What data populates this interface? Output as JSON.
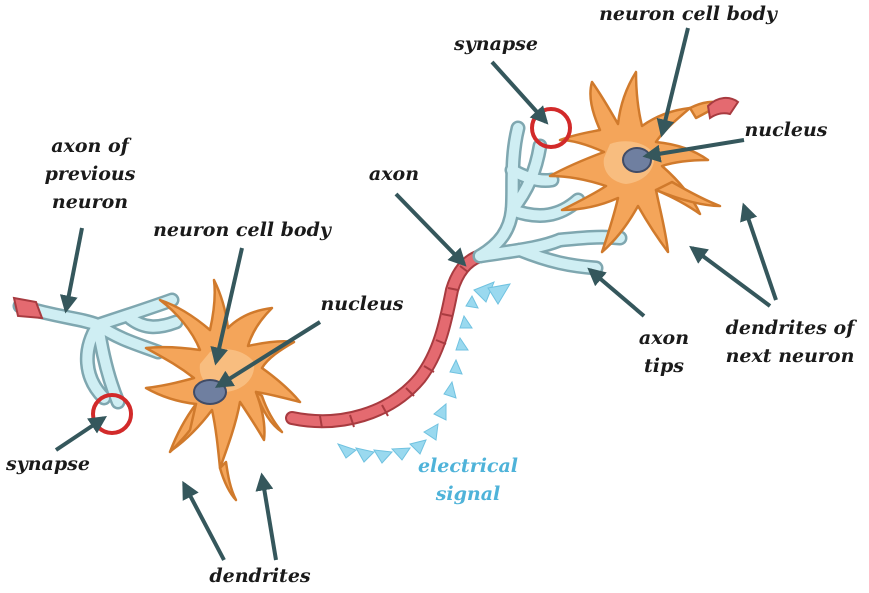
{
  "labels": {
    "axon_prev": [
      "axon of",
      "previous",
      "neuron"
    ],
    "cell_body_left": "neuron cell body",
    "nucleus_left": "nucleus",
    "synapse_left": "synapse",
    "dendrites": "dendrites",
    "axon": "axon",
    "electrical_signal": [
      "electrical",
      "signal"
    ],
    "synapse_right": "synapse",
    "cell_body_right": "neuron cell body",
    "nucleus_right": "nucleus",
    "axon_tips": [
      "axon",
      "tips"
    ],
    "dendrites_next": [
      "dendrites of",
      "next neuron"
    ]
  },
  "colors": {
    "cell_body": "#f4a55a",
    "nucleus": "#6f7fa0",
    "myelin": "#e46a70",
    "axon_tips": "#cfeef3",
    "signal": "#9ad9ef",
    "synapse_ring": "#d22a2a",
    "pointer": "#35575c"
  }
}
